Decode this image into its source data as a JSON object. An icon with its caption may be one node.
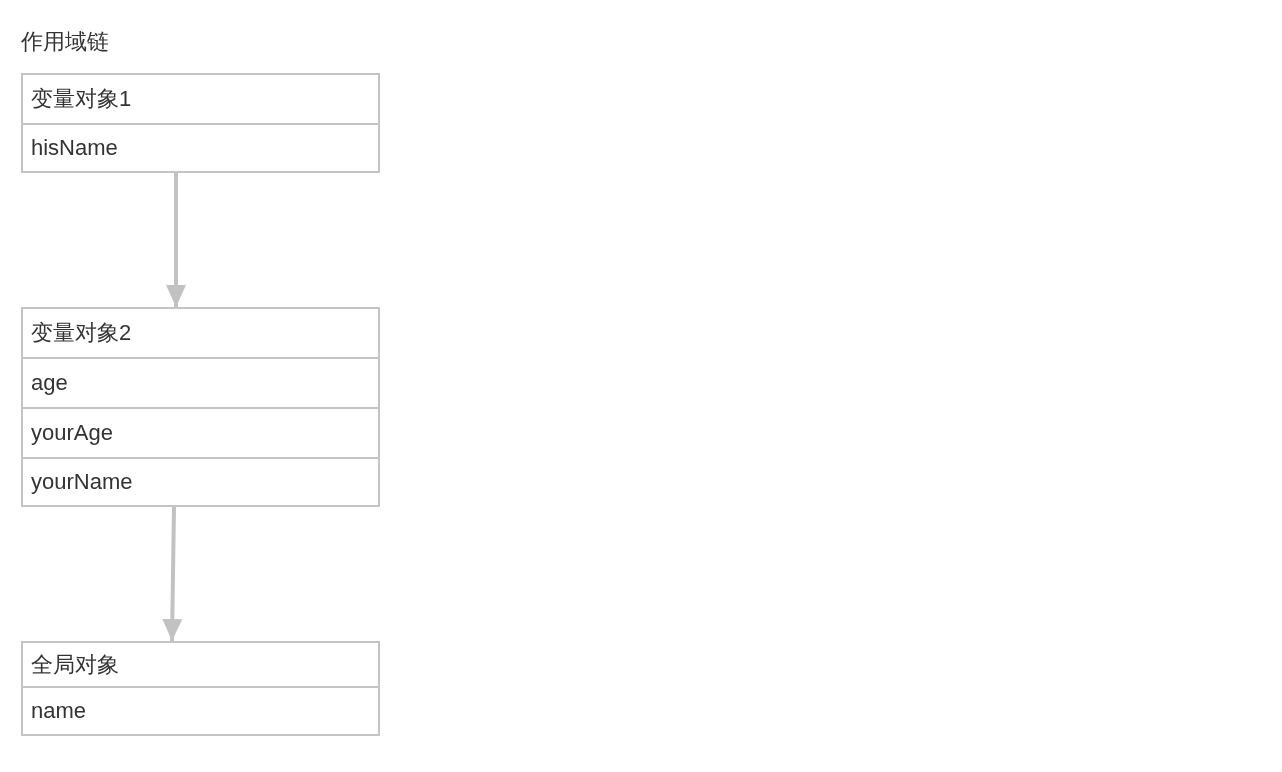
{
  "diagram": {
    "title": "作用域链",
    "nodes": [
      {
        "text": [
          "变量对象1",
          "hisName"
        ]
      },
      {
        "text": [
          "变量对象2",
          "age",
          "yourAge",
          "yourName"
        ]
      },
      {
        "text": [
          "全局对象",
          "name"
        ]
      }
    ],
    "edges": [
      {
        "from": 0,
        "to": 1,
        "arrow": "to"
      },
      {
        "from": 1,
        "to": 2,
        "arrow": "to"
      }
    ]
  }
}
